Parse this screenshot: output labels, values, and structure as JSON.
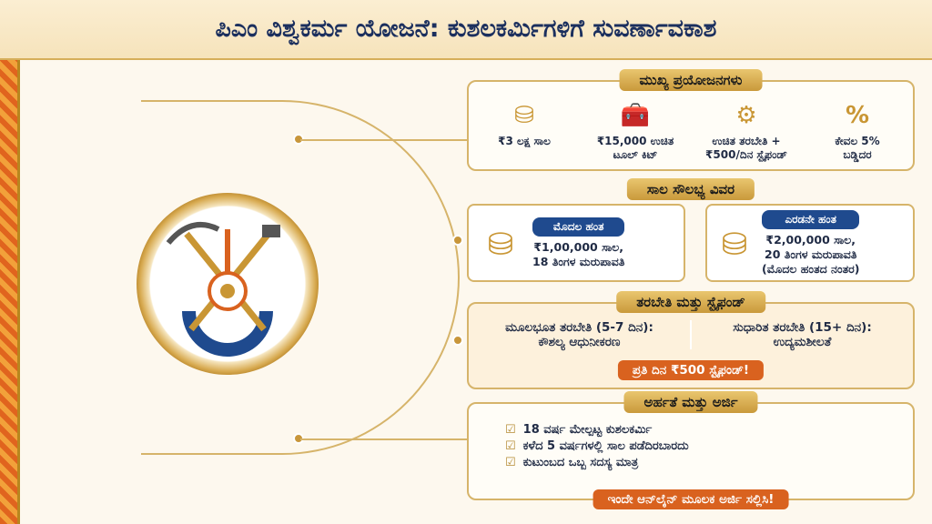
{
  "title": "ಪಿಎಂ ವಿಶ್ವಕರ್ಮ ಯೋಜನೆ: ಕುಶಲಕರ್ಮಿಗಳಿಗೆ ಸುವರ್ಣಾವಕಾಶ",
  "benefits": {
    "heading": "ಮುಖ್ಯ ಪ್ರಯೋಜನಗಳು",
    "items": [
      {
        "icon": "coins-icon",
        "line1": "₹3 ಲಕ್ಷ ಸಾಲ",
        "line2": ""
      },
      {
        "icon": "toolbox-icon",
        "line1": "₹15,000 ಉಚಿತ",
        "line2": "ಟೂಲ್ ಕಿಟ್"
      },
      {
        "icon": "trainer-gear-icon",
        "line1": "ಉಚಿತ ತರಬೇತಿ +",
        "line2": "₹500/ದಿನ ಸ್ಟೈಫಂಡ್"
      },
      {
        "icon": "percent-badge-icon",
        "line1": "ಕೇವಲ 5%",
        "line2": "ಬಡ್ಡಿದರ"
      }
    ]
  },
  "loan": {
    "heading": "ಸಾಲ ಸೌಲಭ್ಯ ವಿವರ",
    "first": {
      "label": "ಮೊದಲ ಹಂತ",
      "line1": "₹1,00,000 ಸಾಲ,",
      "line2": "18 ತಿಂಗಳ ಮರುಪಾವತಿ"
    },
    "second": {
      "label": "ಎರಡನೇ ಹಂತ",
      "line1": "₹2,00,000 ಸಾಲ,",
      "line2": "20 ತಿಂಗಳ ಮರುಪಾವತಿ",
      "line3": "(ಮೊದಲ ಹಂತದ ನಂತರ)"
    }
  },
  "training": {
    "heading": "ತರಬೇತಿ ಮತ್ತು ಸ್ಟೈಫಂಡ್",
    "basic": {
      "line1": "ಮೂಲಭೂತ ತರಬೇತಿ (5-7 ದಿನ):",
      "line2": "ಕೌಶಲ್ಯ ಆಧುನೀಕರಣ"
    },
    "advanced": {
      "line1": "ಸುಧಾರಿತ ತರಬೇತಿ (15+ ದಿನ):",
      "line2": "ಉದ್ಯಮಶೀಲತೆ"
    },
    "banner": "ಪ್ರತಿ ದಿನ ₹500 ಸ್ಟೈಫಂಡ್!"
  },
  "eligibility": {
    "heading": "ಅರ್ಹತೆ ಮತ್ತು ಅರ್ಜಿ",
    "items": [
      "18 ವರ್ಷ ಮೇಲ್ಪಟ್ಟ ಕುಶಲಕರ್ಮಿ",
      "ಕಳೆದ 5 ವರ್ಷಗಳಲ್ಲಿ ಸಾಲ ಪಡೆದಿರಬಾರದು",
      "ಕುಟುಂಬದ ಒಬ್ಬ ಸದಸ್ಯ ಮಾತ್ರ"
    ],
    "cta": "ಇಂದೇ ಆನ್‌ಲೈನ್ ಮೂಲಕ ಅರ್ಜಿ ಸಲ್ಲಿಸಿ!"
  },
  "colors": {
    "navy": "#1b2f5e",
    "gold": "#c99634",
    "orange": "#d9621f",
    "blue": "#1f4a8e"
  }
}
